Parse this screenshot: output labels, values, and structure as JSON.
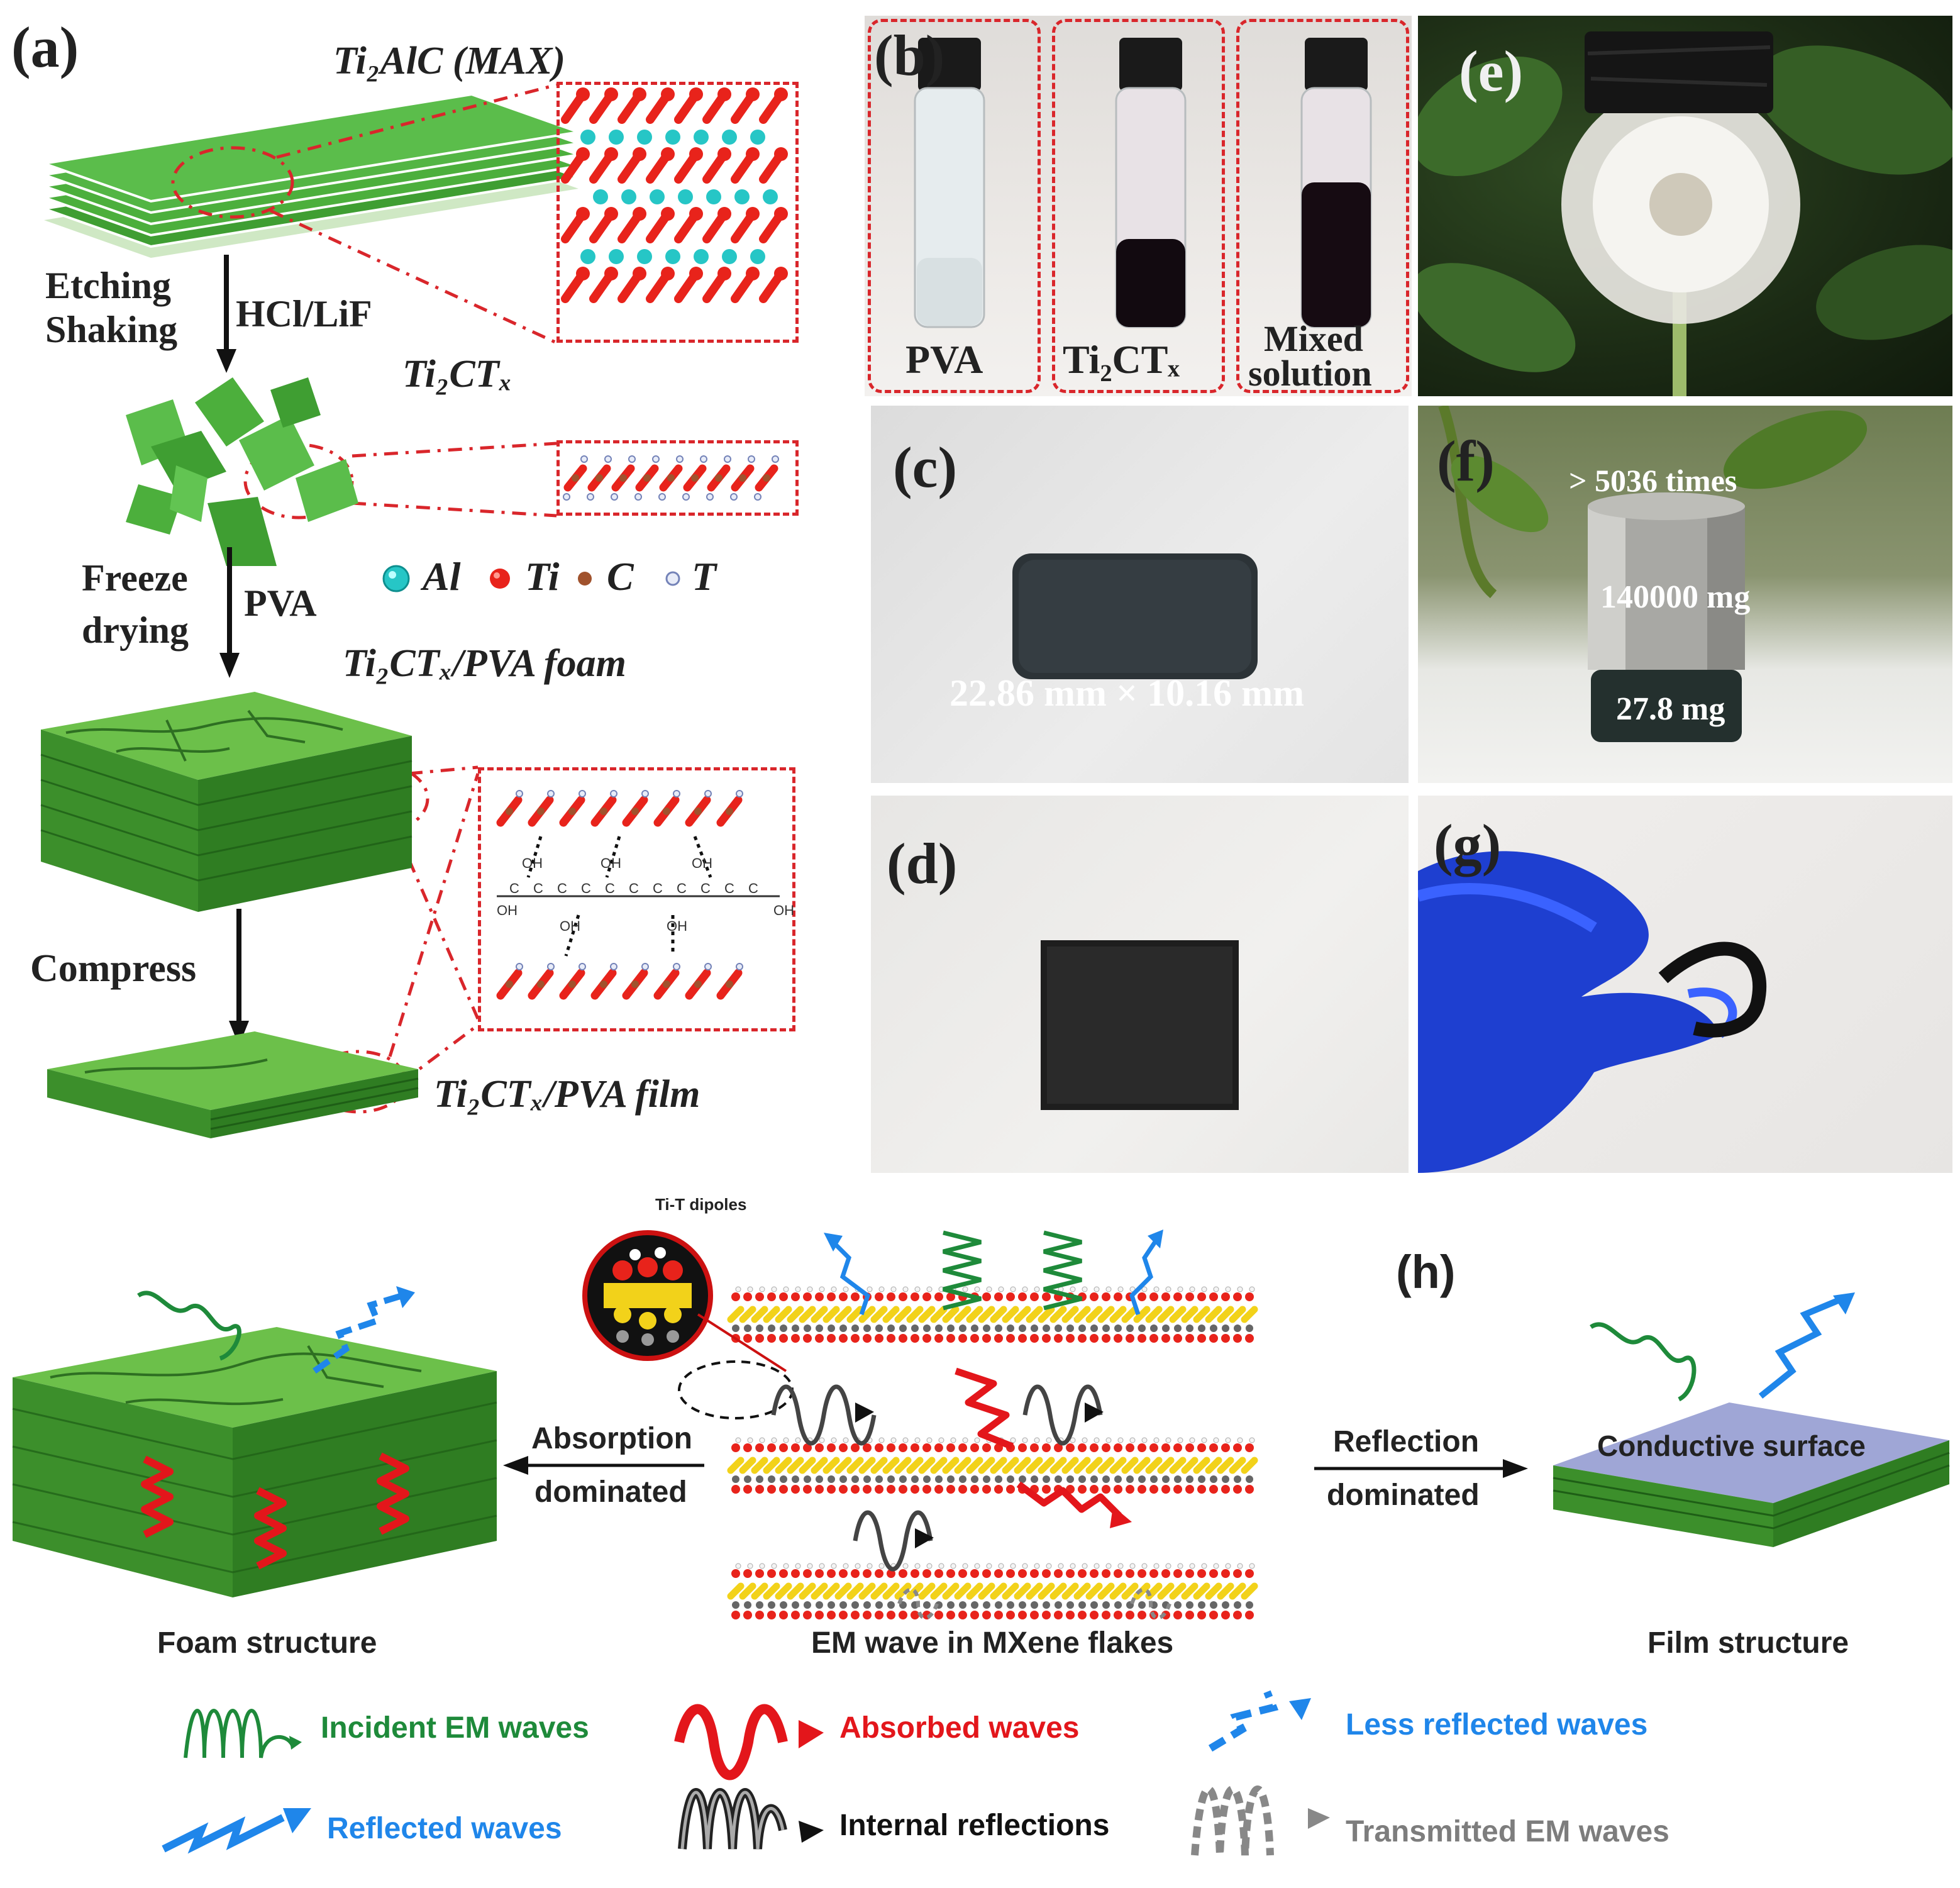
{
  "panel_a": {
    "label": "(a)",
    "max_title": "Ti₂AlC (MAX)",
    "etching": "Etching",
    "shaking": "Shaking",
    "hcl_lif": "HCl/LiF",
    "mxene_title": "Ti₂CTₓ",
    "freeze": "Freeze",
    "drying": "drying",
    "pva": "PVA",
    "legend": {
      "al": "Al",
      "ti": "Ti",
      "c": "C",
      "t": "T"
    },
    "foam_title": "Ti₂CTₓ/PVA foam",
    "compress": "Compress",
    "film_title": "Ti₂CTₓ/PVA film",
    "chain_oh": "OH",
    "chain_c": "C"
  },
  "panel_b": {
    "label": "(b)",
    "vial1": "PVA",
    "vial2": "Ti₂CTₓ",
    "vial3_line1": "Mixed",
    "vial3_line2": "solution"
  },
  "panel_c": {
    "label": "(c)",
    "size": "22.86 mm × 10.16 mm"
  },
  "panel_d": {
    "label": "(d)"
  },
  "panel_e": {
    "label": "(e)"
  },
  "panel_f": {
    "label": "(f)",
    "times": "> 5036 times",
    "weight": "140000 mg",
    "sample": "27.8 mg"
  },
  "panel_g": {
    "label": "(g)"
  },
  "panel_h": {
    "label": "(h)",
    "dipoles": "Ti-T dipoles",
    "absorption": "Absorption",
    "absorption_dom": "dominated",
    "reflection": "Reflection",
    "reflection_dom": "dominated",
    "conductive": "Conductive surface",
    "foam_caption": "Foam structure",
    "em_caption": "EM wave in MXene flakes",
    "film_caption": "Film structure"
  },
  "legend_h": {
    "incident": "Incident EM waves",
    "absorbed": "Absorbed waves",
    "less_reflected": "Less reflected waves",
    "reflected": "Reflected waves",
    "internal": "Internal reflections",
    "transmitted": "Transmitted EM waves"
  },
  "colors": {
    "green_wave": "#1e8a3a",
    "red_wave": "#e3161b",
    "blue_wave": "#1f86ea",
    "gray_wave": "#7d7d7d",
    "foam_green": "#3f9e32",
    "dash_red": "#d9262b"
  }
}
